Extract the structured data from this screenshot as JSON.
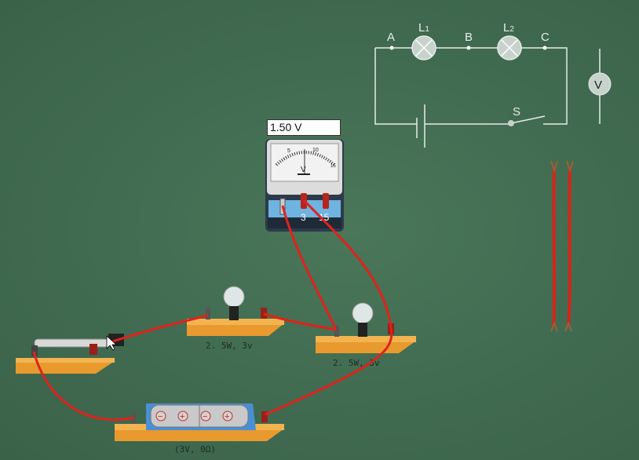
{
  "schematic": {
    "points": [
      "A",
      "B",
      "C"
    ],
    "lamp1": {
      "letter": "L",
      "sub": "1"
    },
    "lamp2": {
      "letter": "L",
      "sub": "2"
    },
    "switch_label": "S",
    "voltmeter_symbol": "V"
  },
  "voltmeter": {
    "reading": "1.50 V",
    "scale_labels": [
      "5",
      "10",
      "15"
    ],
    "unit": "V",
    "terminals": [
      "3",
      "15"
    ]
  },
  "bulb1": {
    "label": "2. 5W, 3v"
  },
  "bulb2": {
    "label": "2. 5W, 3v"
  },
  "battery": {
    "label": "(3V, 0Ω)",
    "signs": [
      "−",
      "+",
      "−",
      "+"
    ]
  },
  "colors": {
    "background": "#416b51",
    "wire": "#e0221b",
    "board": "#f0a030",
    "chalk": "#e6ece8"
  }
}
